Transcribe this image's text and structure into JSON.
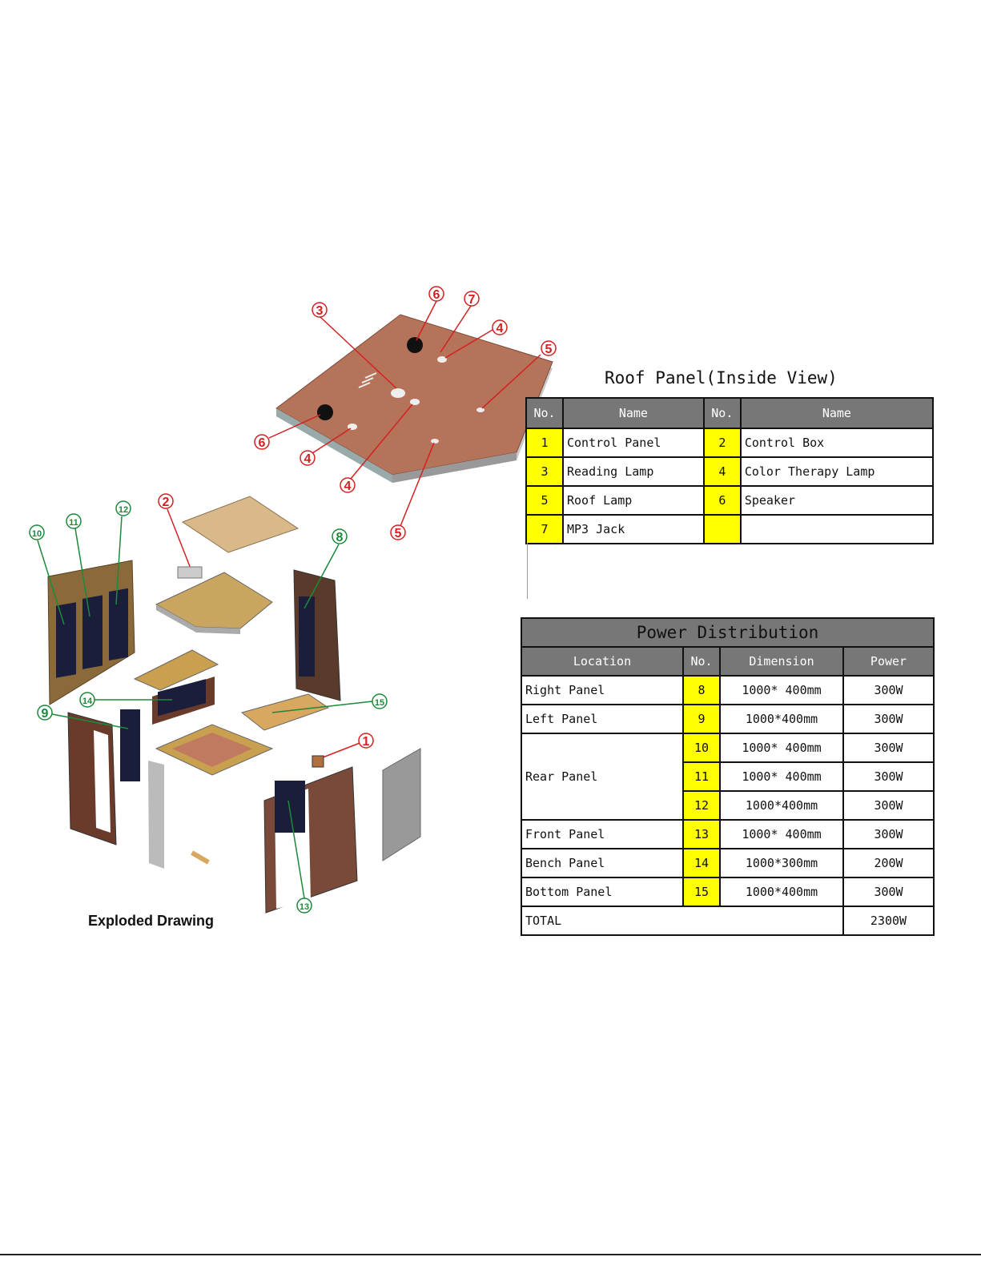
{
  "exploded_caption": "Exploded Drawing",
  "callouts_roof": [
    "6",
    "7",
    "4",
    "3",
    "5",
    "6",
    "4",
    "4",
    "5"
  ],
  "callouts_cabin": [
    "2",
    "12",
    "11",
    "10",
    "8",
    "14",
    "15",
    "9",
    "1",
    "13"
  ],
  "roof_table": {
    "title": "Roof Panel(Inside View)",
    "headers": [
      "No.",
      "Name",
      "No.",
      "Name"
    ],
    "rows": [
      {
        "no1": "1",
        "name1": "Control Panel",
        "no2": "2",
        "name2": "Control Box"
      },
      {
        "no1": "3",
        "name1": "Reading Lamp",
        "no2": "4",
        "name2": "Color Therapy Lamp"
      },
      {
        "no1": "5",
        "name1": "Roof Lamp",
        "no2": "6",
        "name2": "Speaker"
      },
      {
        "no1": "7",
        "name1": "MP3 Jack",
        "no2": "",
        "name2": ""
      }
    ]
  },
  "power_table": {
    "title": "Power Distribution",
    "headers": [
      "Location",
      "No.",
      "Dimension",
      "Power"
    ],
    "rows": [
      {
        "location": "Right Panel",
        "no": "8",
        "dimension": "1000* 400mm",
        "power": "300W"
      },
      {
        "location": "Left Panel",
        "no": "9",
        "dimension": "1000*400mm",
        "power": "300W"
      },
      {
        "location": "Rear Panel",
        "no": "10",
        "dimension": "1000* 400mm",
        "power": "300W"
      },
      {
        "location": "",
        "no": "11",
        "dimension": "1000* 400mm",
        "power": "300W"
      },
      {
        "location": "",
        "no": "12",
        "dimension": "1000*400mm",
        "power": "300W"
      },
      {
        "location": "Front Panel",
        "no": "13",
        "dimension": "1000* 400mm",
        "power": "300W"
      },
      {
        "location": "Bench Panel",
        "no": "14",
        "dimension": "1000*300mm",
        "power": "200W"
      },
      {
        "location": "Bottom Panel",
        "no": "15",
        "dimension": "1000*400mm",
        "power": "300W"
      }
    ],
    "total_label": "TOTAL",
    "total_value": "2300W"
  },
  "colors": {
    "highlight": "#ffff00",
    "header_gray": "#777777",
    "callout_red": "#d42020",
    "callout_green": "#1a8a3a",
    "wood": "#b8765a"
  }
}
